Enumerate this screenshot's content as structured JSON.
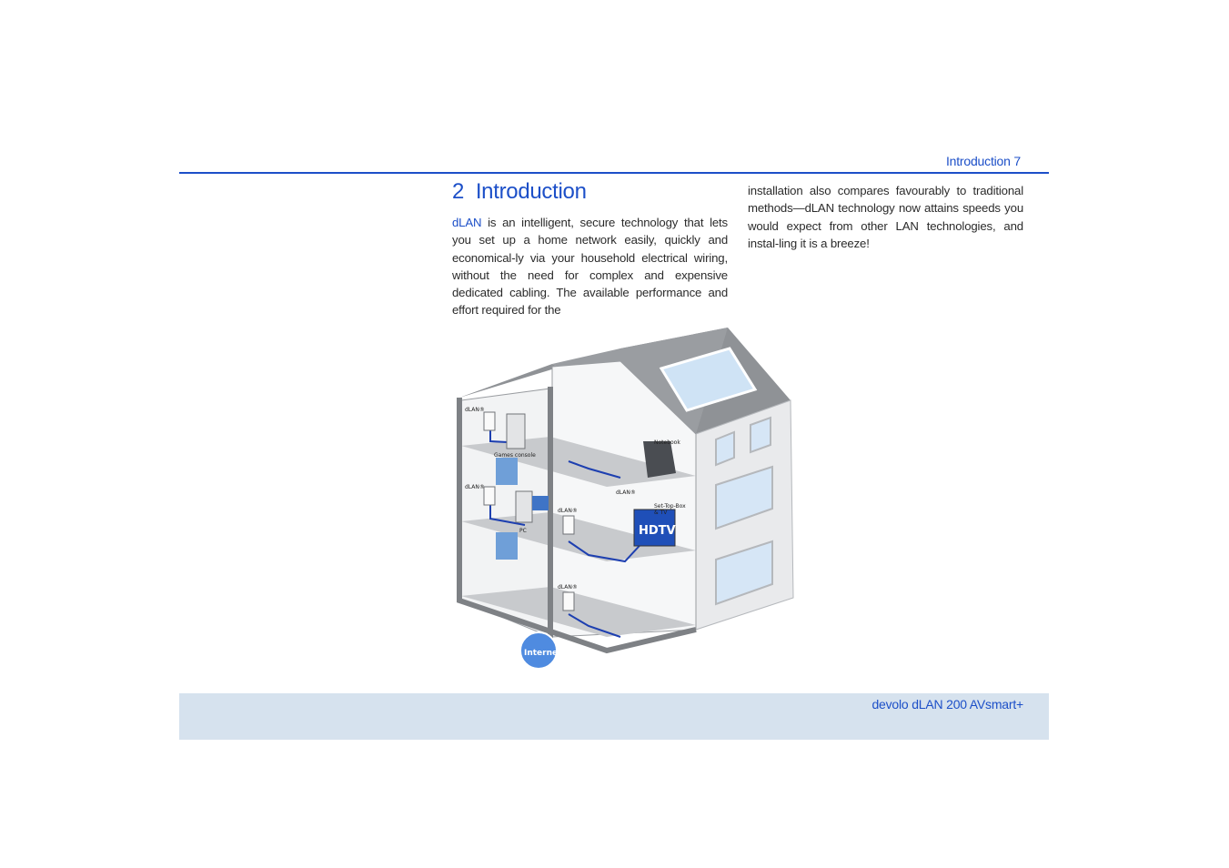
{
  "header": {
    "running_title": "Introduction 7"
  },
  "chapter": {
    "number": "2",
    "title": "Introduction"
  },
  "body": {
    "keyword": "dLAN",
    "left_text": " is an intelligent, secure technology that lets you set up a home network easily, quickly and economical-ly via your household electrical wiring, without the need for complex and expensive dedicated cabling. The available performance and effort required for the",
    "right_text": "installation also compares favourably to traditional methods—dLAN technology now attains speeds you would expect from other LAN technologies, and instal-ling it is a breeze!"
  },
  "illustration": {
    "labels": {
      "dlan": "dLAN®",
      "games_console": "Games console",
      "notebook": "Notebook",
      "pc": "PC",
      "set_top_box_line1": "Set-Top-Box",
      "set_top_box_line2": "& TV",
      "hdtv": "HDTV",
      "internet": "Internet"
    }
  },
  "footer": {
    "product": "devolo dLAN 200 AVsmart+"
  },
  "colors": {
    "accent": "#1c4fc8",
    "footer_band": "#d6e2ee"
  }
}
